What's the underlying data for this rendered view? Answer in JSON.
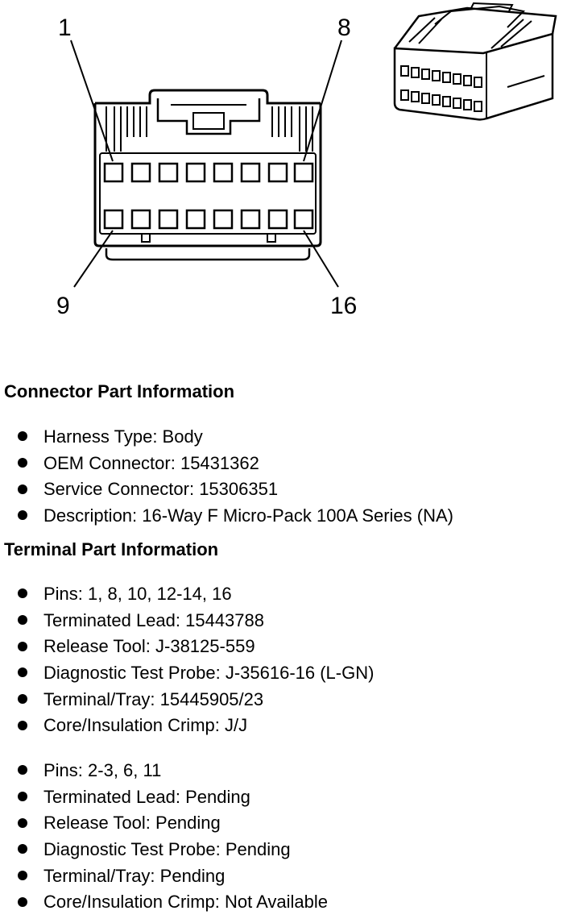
{
  "diagram": {
    "pin_labels": {
      "top_left": "1",
      "top_right": "8",
      "bottom_left": "9",
      "bottom_right": "16"
    }
  },
  "sections": [
    {
      "heading": "Connector Part Information",
      "groups": [
        [
          "Harness Type: Body",
          "OEM Connector: 15431362",
          "Service Connector: 15306351",
          "Description: 16-Way F Micro-Pack 100A Series (NA)"
        ]
      ]
    },
    {
      "heading": "Terminal Part Information",
      "groups": [
        [
          "Pins: 1, 8, 10, 12-14, 16",
          "Terminated Lead: 15443788",
          "Release Tool: J-38125-559",
          "Diagnostic Test Probe: J-35616-16 (L-GN)",
          "Terminal/Tray: 15445905/23",
          "Core/Insulation Crimp: J/J"
        ],
        [
          "Pins: 2-3, 6, 11",
          "Terminated Lead: Pending",
          "Release Tool: Pending",
          "Diagnostic Test Probe: Pending",
          "Terminal/Tray: Pending",
          "Core/Insulation Crimp: Not Available"
        ]
      ]
    }
  ]
}
